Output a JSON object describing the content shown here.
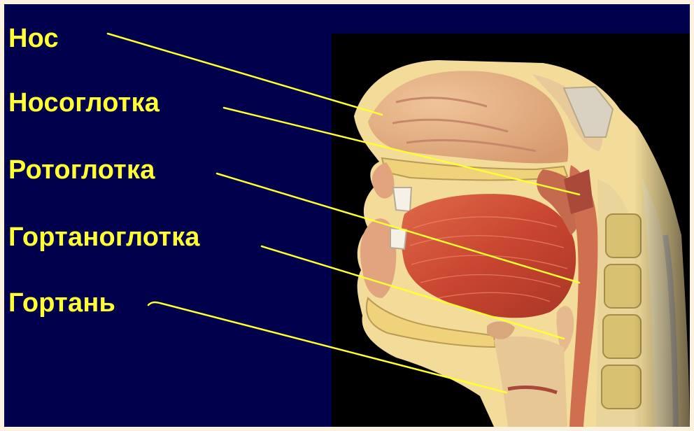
{
  "labels": [
    {
      "id": "nose",
      "text": "Нос"
    },
    {
      "id": "nasopharynx",
      "text": "Носоглотка"
    },
    {
      "id": "oropharynx",
      "text": "Ротоглотка"
    },
    {
      "id": "laryngopharynx",
      "text": "Гортаноглотка"
    },
    {
      "id": "larynx",
      "text": "Гортань"
    }
  ],
  "colors": {
    "background": "#00004c",
    "label": "#ffff33",
    "leader_line": "#ffff33",
    "photo_background": "#000000"
  }
}
